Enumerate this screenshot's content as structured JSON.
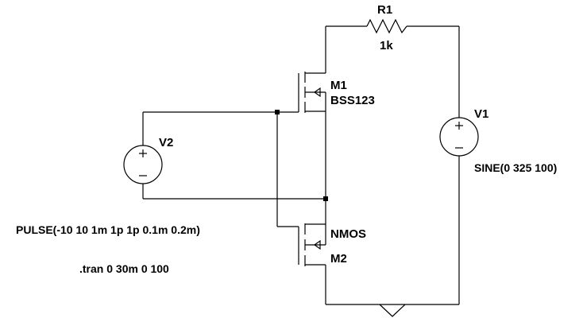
{
  "schematic": {
    "components": {
      "r1": {
        "name": "R1",
        "value": "1k"
      },
      "m1": {
        "name": "M1",
        "model": "BSS123"
      },
      "m2": {
        "name": "M2",
        "model": "NMOS"
      },
      "v1": {
        "name": "V1",
        "value": "SINE(0 325 100)"
      },
      "v2": {
        "name": "V2",
        "value": "PULSE(-10 10 1m 1p 1p 0.1m 0.2m)"
      }
    },
    "directive": ".tran 0 30m 0 100",
    "colors": {
      "wire": "#000000",
      "background": "#ffffff",
      "junction": "#000000"
    },
    "icons": [
      "resistor-symbol",
      "voltage-source-symbol",
      "nmos-symbol",
      "ground-symbol"
    ]
  }
}
